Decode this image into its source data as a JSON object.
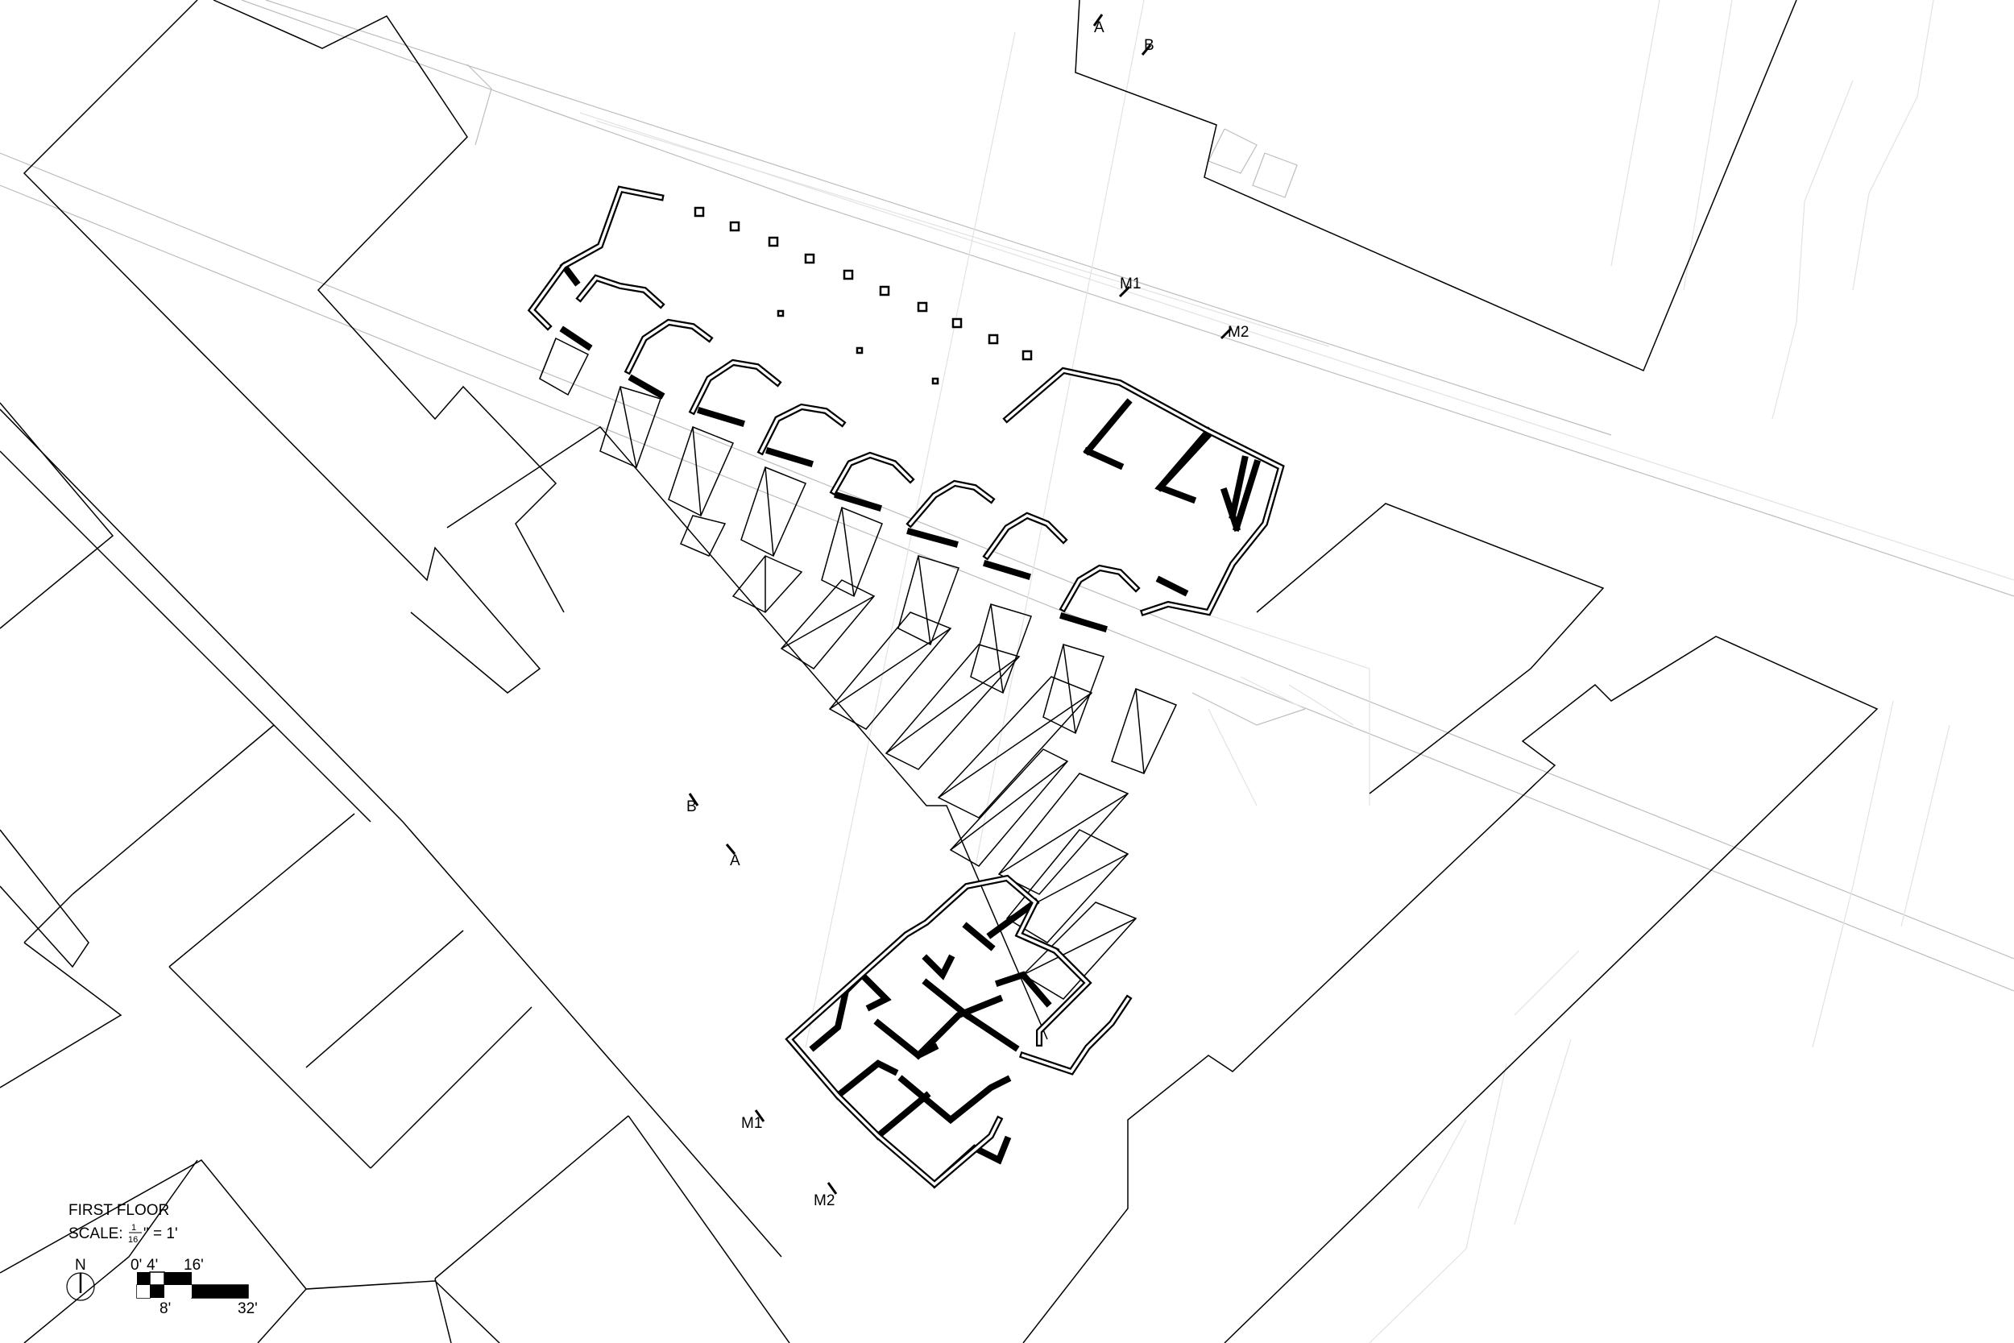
{
  "drawing": {
    "title": "FIRST FLOOR",
    "scale_prefix": "SCALE:",
    "scale_num": "1",
    "scale_den": "16",
    "scale_suffix": "\" = 1'"
  },
  "north_arrow": {
    "label": "N"
  },
  "scale_bar": {
    "label_0": "0'",
    "label_4": "4'",
    "label_8": "8'",
    "label_16": "16'",
    "label_32": "32'"
  },
  "section_markers": {
    "a_top": "A",
    "b_top": "B",
    "m1_top": "M1",
    "m2_top": "M2",
    "b_bottom": "B",
    "a_bottom": "A",
    "m1_bottom": "M1",
    "m2_bottom": "M2"
  }
}
